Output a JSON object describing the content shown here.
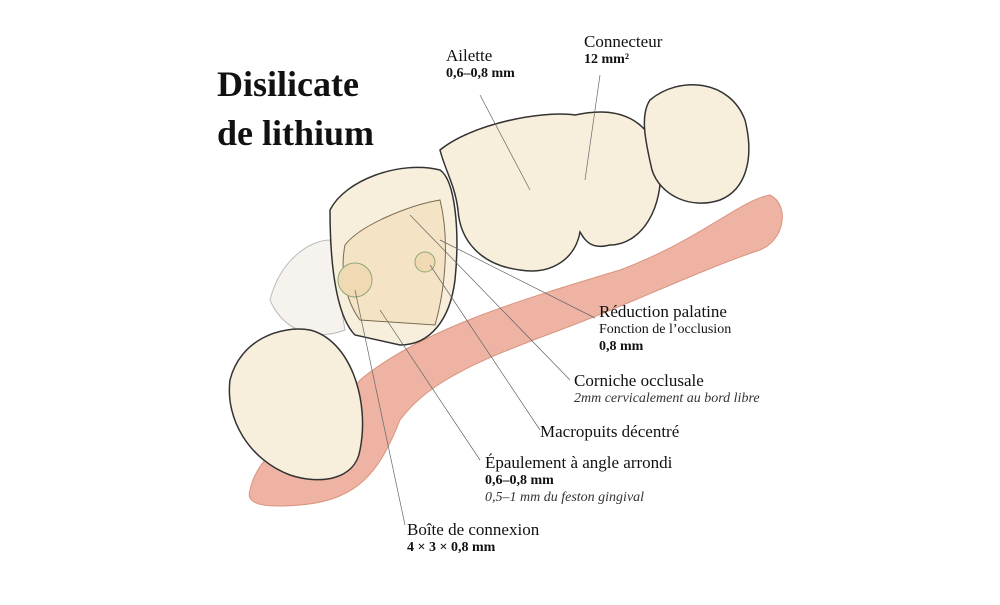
{
  "title": {
    "line1": "Disilicate",
    "line2": "de lithium"
  },
  "labels": {
    "ailette": {
      "name": "Ailette",
      "value": "0,6–0,8 mm"
    },
    "connecteur": {
      "name": "Connecteur",
      "value": "12 mm²"
    },
    "reduction": {
      "name": "Réduction palatine",
      "sub": "Fonction de l’occlusion",
      "value": "0,8 mm"
    },
    "corniche": {
      "name": "Corniche occlusale",
      "sub": "2mm cervicalement au bord libre"
    },
    "macropuits": {
      "name": "Macropuits décentré"
    },
    "epaulement": {
      "name": "Épaulement à angle arrondi",
      "value": "0,6–0,8 mm",
      "sub": "0,5–1 mm du feston gingival"
    },
    "boite": {
      "name": "Boîte de connexion",
      "value": "4 × 3 × 0,8 mm"
    }
  },
  "colors": {
    "gum": "#eeb3a2",
    "tooth": "#f7efdc",
    "outline": "#333333"
  }
}
